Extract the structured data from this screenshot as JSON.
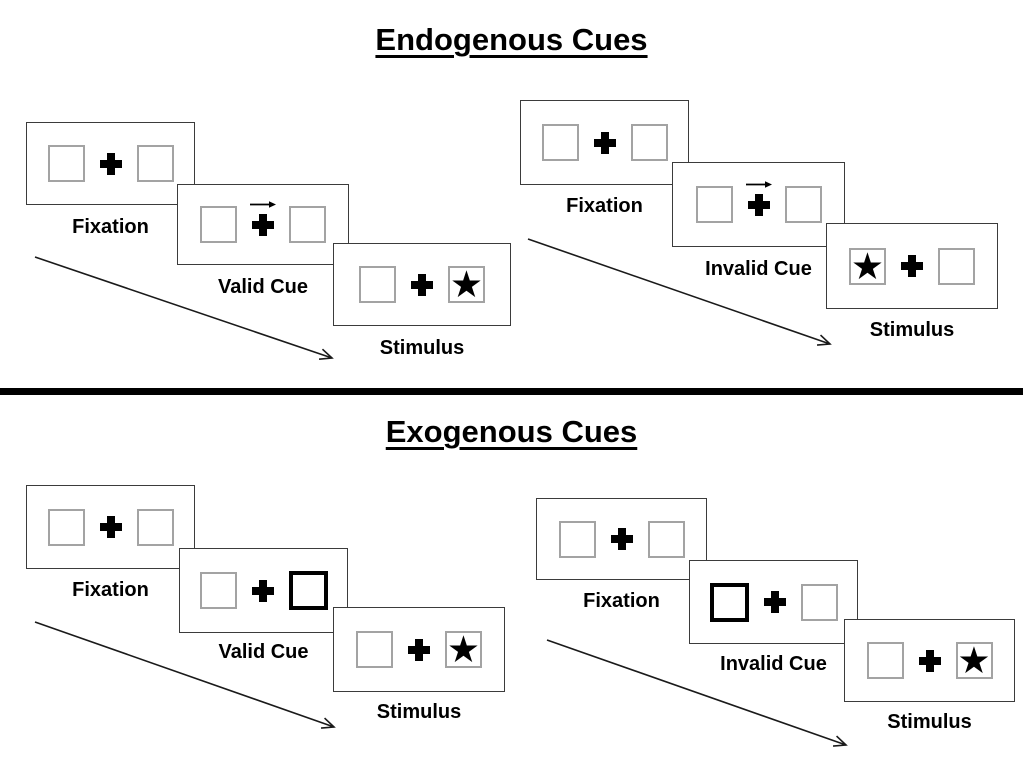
{
  "sections": {
    "endogenous": {
      "title": "Endogenous Cues",
      "valid": {
        "panels": [
          {
            "label": "Fixation",
            "left": "empty",
            "right": "empty",
            "cue": null
          },
          {
            "label": "Valid Cue",
            "left": "empty",
            "right": "empty",
            "cue": "arrow-right"
          },
          {
            "label": "Stimulus",
            "left": "empty",
            "right": "star",
            "cue": null
          }
        ]
      },
      "invalid": {
        "panels": [
          {
            "label": "Fixation",
            "left": "empty",
            "right": "empty",
            "cue": null
          },
          {
            "label": "Invalid Cue",
            "left": "empty",
            "right": "empty",
            "cue": "arrow-right"
          },
          {
            "label": "Stimulus",
            "left": "star",
            "right": "empty",
            "cue": null
          }
        ]
      }
    },
    "exogenous": {
      "title": "Exogenous Cues",
      "valid": {
        "panels": [
          {
            "label": "Fixation",
            "left": "empty",
            "right": "empty",
            "cue": null
          },
          {
            "label": "Valid Cue",
            "left": "empty",
            "right": "empty-thick",
            "cue": null
          },
          {
            "label": "Stimulus",
            "left": "empty",
            "right": "star",
            "cue": null
          }
        ]
      },
      "invalid": {
        "panels": [
          {
            "label": "Fixation",
            "left": "empty",
            "right": "empty",
            "cue": null
          },
          {
            "label": "Invalid Cue",
            "left": "empty-thick",
            "right": "empty",
            "cue": null
          },
          {
            "label": "Stimulus",
            "left": "empty",
            "right": "star",
            "cue": null
          }
        ]
      }
    }
  },
  "icons": {
    "star": "★",
    "plus": "fixation-cross",
    "cue_arrow": "arrow-right",
    "timeline_arrow": "diagonal-arrow-down-right"
  },
  "colors": {
    "background": "#ffffff",
    "ink": "#000000",
    "panel_border": "#3b3b3b",
    "square_border": "#a3a3a3",
    "divider": "#000000"
  }
}
